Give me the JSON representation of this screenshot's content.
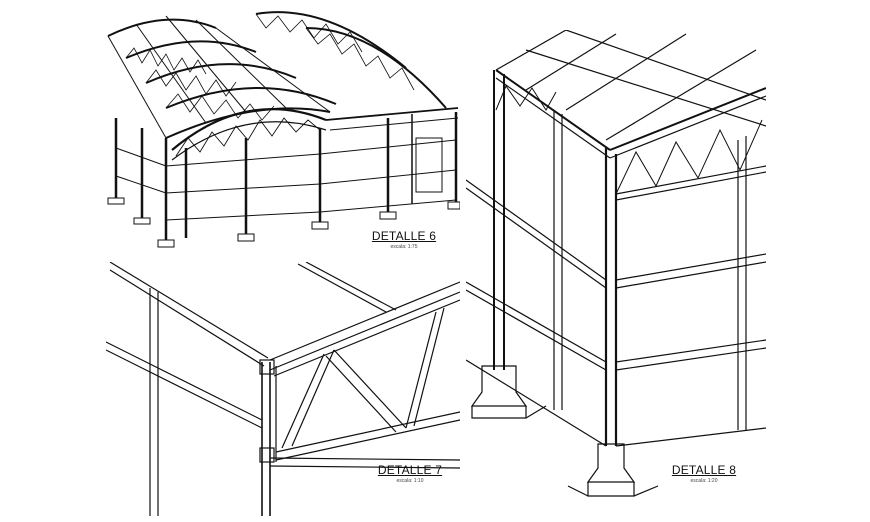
{
  "details": [
    {
      "id": "detalle-6",
      "title": "DETALLE 6",
      "scale": "escala: 1:75"
    },
    {
      "id": "detalle-7",
      "title": "DETALLE 7",
      "scale": "escala: 1:10"
    },
    {
      "id": "detalle-8",
      "title": "DETALLE 8",
      "scale": "escala: 1:20"
    }
  ],
  "colors": {
    "line": "#111111",
    "background": "#ffffff"
  }
}
